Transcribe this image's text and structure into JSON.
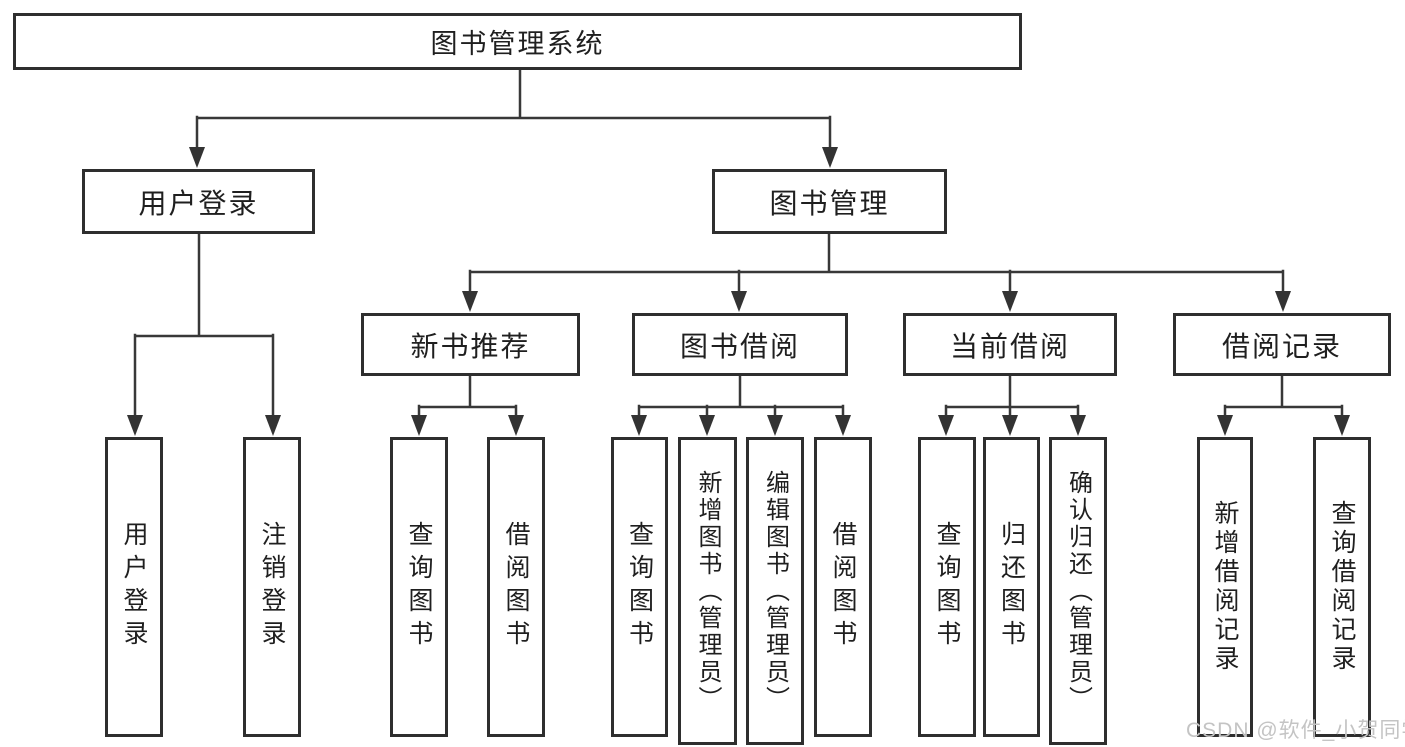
{
  "root": {
    "label": "图书管理系统"
  },
  "user_login": {
    "label": "用户登录",
    "children": [
      {
        "label": "用户登录"
      },
      {
        "label": "注销登录"
      }
    ]
  },
  "book_mgmt": {
    "label": "图书管理",
    "sections": [
      {
        "label": "新书推荐",
        "children": [
          {
            "label": "查询图书"
          },
          {
            "label": "借阅图书"
          }
        ]
      },
      {
        "label": "图书借阅",
        "children": [
          {
            "label": "查询图书"
          },
          {
            "label": "新增图书（管理员）"
          },
          {
            "label": "编辑图书（管理员）"
          },
          {
            "label": "借阅图书"
          }
        ]
      },
      {
        "label": "当前借阅",
        "children": [
          {
            "label": "查询图书"
          },
          {
            "label": "归还图书"
          },
          {
            "label": "确认归还（管理员）"
          }
        ]
      },
      {
        "label": "借阅记录",
        "children": [
          {
            "label": "新增借阅记录"
          },
          {
            "label": "查询借阅记录"
          }
        ]
      }
    ]
  },
  "watermark": "CSDN @软件_小贺同学",
  "colors": {
    "background": "#ffffff",
    "line": "#383838",
    "arrow": "#333333",
    "box_border": "#2e2e2e",
    "text": "#1f1f1f",
    "watermark": "#c4c4c4"
  }
}
